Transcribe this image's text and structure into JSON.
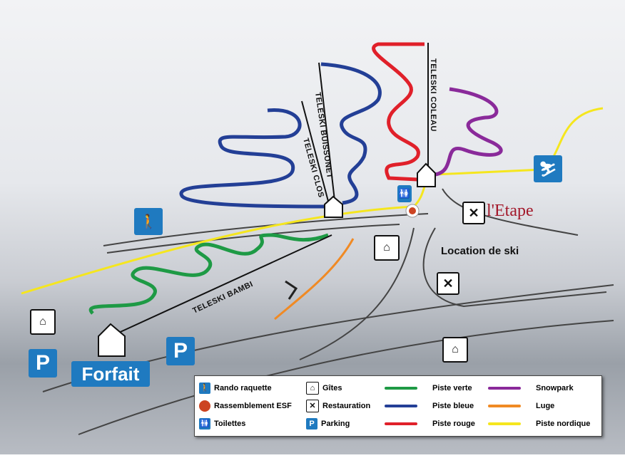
{
  "lifts": {
    "bambi": "TELESKI BAMBI",
    "clos": "TELESKI CLOS",
    "buissonet": "TELESKI BUISSONET",
    "coleau": "TELESKI COLEAU"
  },
  "places": {
    "forfait": "Forfait",
    "etape": "l'Etape",
    "location": "Location de ski",
    "parking": "P"
  },
  "legend": [
    {
      "icon": "snowshoe-icon",
      "label": "Rando raquette"
    },
    {
      "icon": "gites-icon",
      "label": "Gîtes"
    },
    {
      "color": "#1e9a45",
      "label": "Piste verte"
    },
    {
      "color": "#8a2a9a",
      "label": "Snowpark"
    },
    {
      "icon": "esf-icon",
      "label": "Rassemblement ESF"
    },
    {
      "icon": "restaurant-icon",
      "label": "Restauration"
    },
    {
      "color": "#233f96",
      "label": "Piste bleue"
    },
    {
      "color": "#f08a24",
      "label": "Luge"
    },
    {
      "icon": "toilets-icon",
      "label": "Toilettes"
    },
    {
      "icon": "parking-icon",
      "label": "Parking"
    },
    {
      "color": "#e0202a",
      "label": "Piste rouge"
    },
    {
      "color": "#f5e61e",
      "label": "Piste nordique"
    }
  ]
}
